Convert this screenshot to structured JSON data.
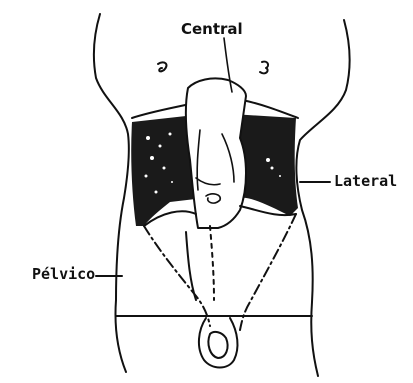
{
  "labels": {
    "central": "Central",
    "lateral": "Lateral",
    "pelvico": "Pélvico"
  },
  "colors": {
    "ink": "#111111",
    "paper": "#ffffff",
    "dark_region": "#1a1a1a"
  }
}
